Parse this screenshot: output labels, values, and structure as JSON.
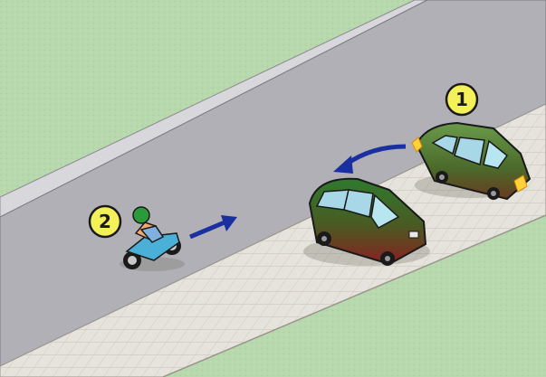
{
  "scene": {
    "markers": [
      {
        "label": "1",
        "refers_to": "green-car"
      },
      {
        "label": "2",
        "refers_to": "motorcyclist"
      }
    ],
    "colors": {
      "grass": "#b8d8ae",
      "road": "#b0b0b6",
      "curb": "#d8d8dc",
      "sidewalk": "#e6e3dc",
      "tile_line": "#c8c4ba",
      "badge_fill": "#f4f05a",
      "arrow": "#1a2fa0",
      "signal": "#ffd23a"
    },
    "icons": [
      "arrow-left-icon",
      "arrow-right-icon",
      "turn-signal-icon"
    ]
  }
}
